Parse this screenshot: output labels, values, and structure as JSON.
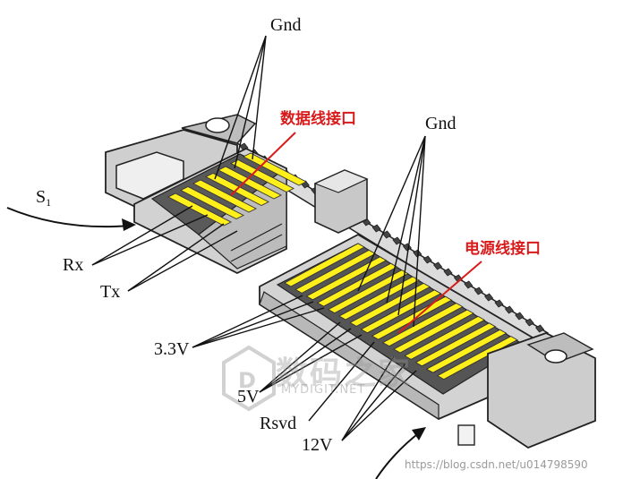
{
  "labels": {
    "gnd_top": "Gnd",
    "gnd_right": "Gnd",
    "data_port": "数据线接口",
    "power_port": "电源线接口",
    "s1_main": "S",
    "s1_sub": "1",
    "rx": "Rx",
    "tx": "Tx",
    "v33": "3.3V",
    "v5": "5V",
    "rsvd": "Rsvd",
    "v12": "12V"
  },
  "watermark": {
    "site_cn": "数码之家",
    "site_en": "MYDIGIT.NET",
    "blog": "https://blog.csdn.net/u014798590"
  },
  "colors": {
    "pin_yellow": "#ffef1a",
    "accent_red": "#d81c1c",
    "body_gray": "#c9c9c9"
  }
}
